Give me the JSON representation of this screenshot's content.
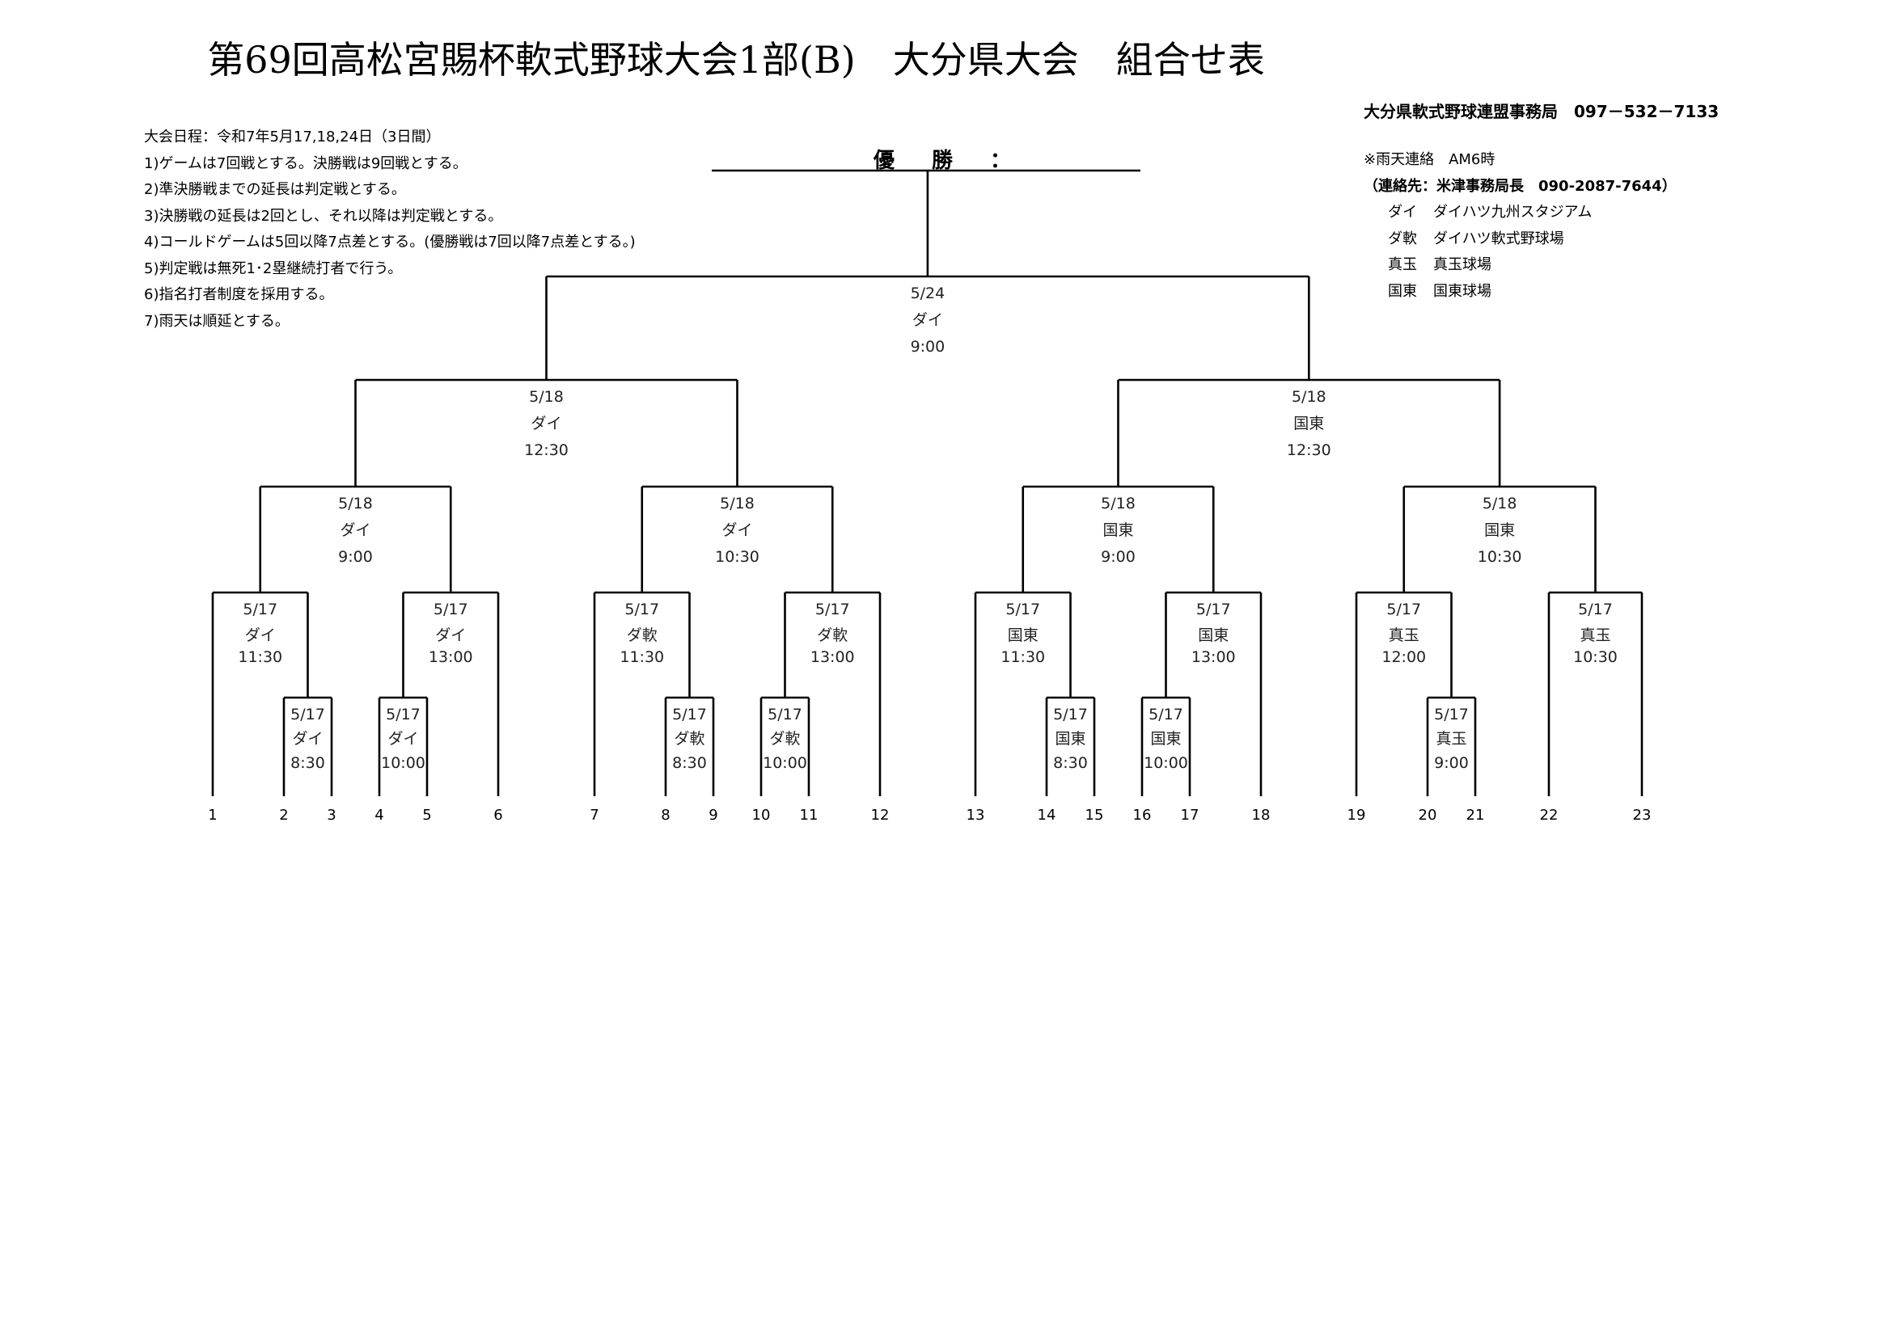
{
  "title": "第69回高松宮賜杯軟式野球大会1部(B)　大分県大会　組合せ表",
  "office": "大分県軟式野球連盟事務局　097－532－7133",
  "winner_label": "優　勝　：",
  "rules": [
    "大会日程：令和7年5月17,18,24日（3日間）",
    "1)ゲームは7回戦とする。決勝戦は9回戦とする。",
    "2)準決勝戦までの延長は判定戦とする。",
    "3)決勝戦の延長は2回とし、それ以降は判定戦とする。",
    "4)コールドゲームは5回以降7点差とする。(優勝戦は7回以降7点差とする。)",
    "5)判定戦は無死1･2塁継続打者で行う。",
    "6)指名打者制度を採用する。",
    "7)雨天は順延とする。"
  ],
  "contact": {
    "rain": "※雨天連絡　AM6時",
    "person": "（連絡先：米津事務局長　090-2087-7644）",
    "venues": [
      {
        "abbr": "ダイ",
        "name": "ダイハツ九州スタジアム"
      },
      {
        "abbr": "ダ軟",
        "name": "ダイハツ軟式野球場"
      },
      {
        "abbr": "真玉",
        "name": "真玉球場"
      },
      {
        "abbr": "国東",
        "name": "国東球場"
      }
    ]
  },
  "matches": [
    {
      "id": "final",
      "date": "5/24",
      "venue": "ダイ",
      "time": "9:00"
    },
    {
      "id": "sf1",
      "date": "5/18",
      "venue": "ダイ",
      "time": "12:30"
    },
    {
      "id": "sf2",
      "date": "5/18",
      "venue": "国東",
      "time": "12:30"
    },
    {
      "id": "qf1",
      "date": "5/18",
      "venue": "ダイ",
      "time": "9:00"
    },
    {
      "id": "qf2",
      "date": "5/18",
      "venue": "ダイ",
      "time": "10:30"
    },
    {
      "id": "qf3",
      "date": "5/18",
      "venue": "国東",
      "time": "9:00"
    },
    {
      "id": "qf4",
      "date": "5/18",
      "venue": "国東",
      "time": "10:30"
    },
    {
      "id": "r2_1",
      "date": "5/17",
      "venue": "ダイ",
      "time": "11:30"
    },
    {
      "id": "r2_2",
      "date": "5/17",
      "venue": "ダイ",
      "time": "13:00"
    },
    {
      "id": "r2_3",
      "date": "5/17",
      "venue": "ダ軟",
      "time": "11:30"
    },
    {
      "id": "r2_4",
      "date": "5/17",
      "venue": "ダ軟",
      "time": "13:00"
    },
    {
      "id": "r2_5",
      "date": "5/17",
      "venue": "国東",
      "time": "11:30"
    },
    {
      "id": "r2_6",
      "date": "5/17",
      "venue": "国東",
      "time": "13:00"
    },
    {
      "id": "r2_7",
      "date": "5/17",
      "venue": "真玉",
      "time": "12:00"
    },
    {
      "id": "r2_8",
      "date": "5/17",
      "venue": "真玉",
      "time": "10:30"
    },
    {
      "id": "r1_1",
      "date": "5/17",
      "venue": "ダイ",
      "time": "8:30"
    },
    {
      "id": "r1_2",
      "date": "5/17",
      "venue": "ダイ",
      "time": "10:00"
    },
    {
      "id": "r1_3",
      "date": "5/17",
      "venue": "ダ軟",
      "time": "8:30"
    },
    {
      "id": "r1_4",
      "date": "5/17",
      "venue": "ダ軟",
      "time": "10:00"
    },
    {
      "id": "r1_5",
      "date": "5/17",
      "venue": "国東",
      "time": "8:30"
    },
    {
      "id": "r1_6",
      "date": "5/17",
      "venue": "国東",
      "time": "10:00"
    },
    {
      "id": "r1_7",
      "date": "5/17",
      "venue": "真玉",
      "time": "9:00"
    }
  ],
  "teams": [
    "1",
    "2",
    "3",
    "4",
    "5",
    "6",
    "7",
    "8",
    "9",
    "10",
    "11",
    "12",
    "13",
    "14",
    "15",
    "16",
    "17",
    "18",
    "19",
    "20",
    "21",
    "22",
    "23"
  ]
}
